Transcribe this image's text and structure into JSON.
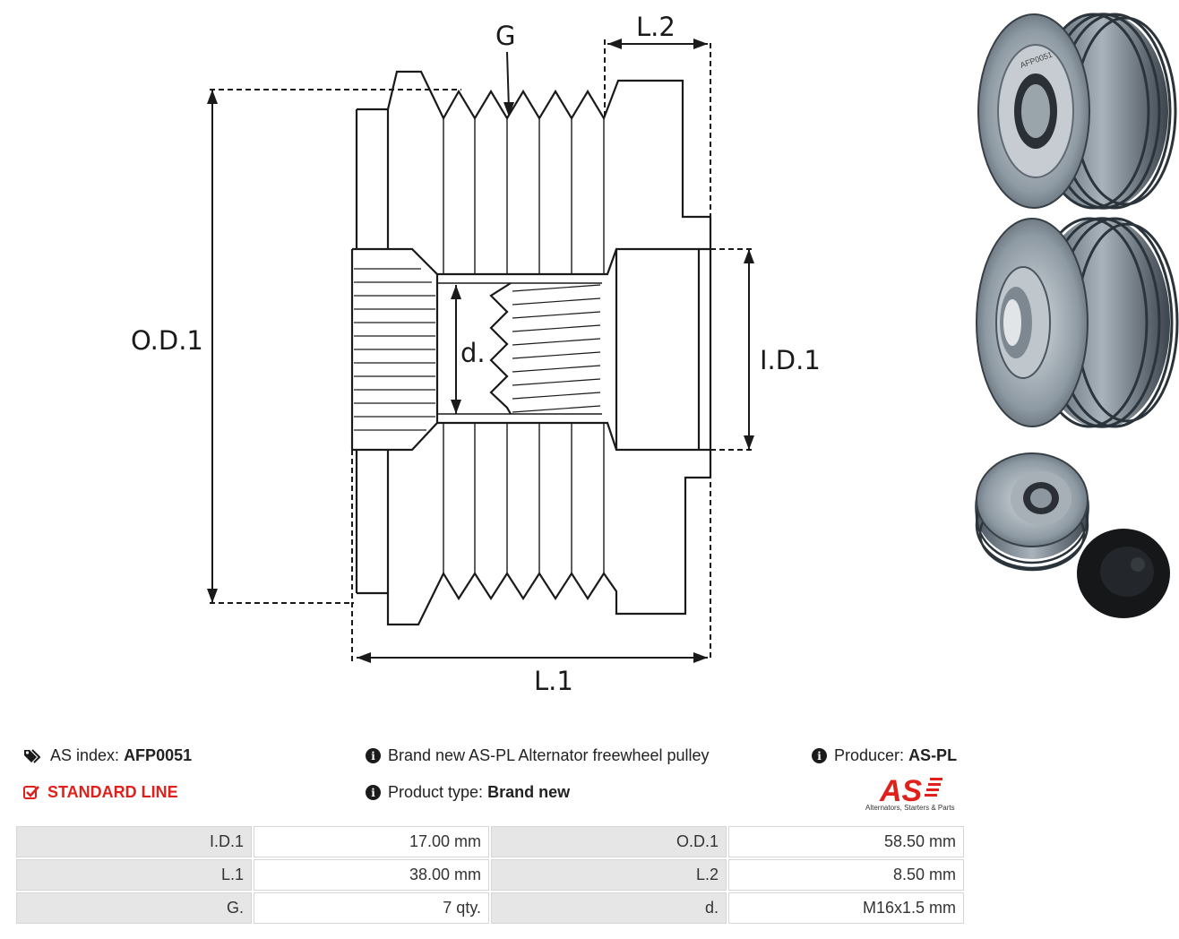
{
  "drawing": {
    "labels": {
      "g": "G",
      "l2": "L.2",
      "od1": "O.D.1",
      "id1": "I.D.1",
      "d": "d.",
      "l1": "L.1"
    }
  },
  "photos": {
    "part_marking": "AFP0051"
  },
  "info": {
    "as_index_label": "AS index:",
    "as_index_value": "AFP0051",
    "line_label": "STANDARD LINE",
    "description": "Brand new AS-PL Alternator freewheel pulley",
    "product_type_label": "Product type:",
    "product_type_value": "Brand new",
    "producer_label": "Producer:",
    "producer_value": "AS-PL"
  },
  "logo": {
    "mark": "AS",
    "tagline": "Alternators, Starters & Parts",
    "color": "#e0201b"
  },
  "specs": {
    "rows": [
      {
        "l1": "I.D.1",
        "v1": "17.00 mm",
        "l2": "O.D.1",
        "v2": "58.50 mm"
      },
      {
        "l1": "L.1",
        "v1": "38.00 mm",
        "l2": "L.2",
        "v2": "8.50 mm"
      },
      {
        "l1": "G.",
        "v1": "7 qty.",
        "l2": "d.",
        "v2": "M16x1.5 mm"
      }
    ]
  },
  "colors": {
    "accent_red": "#e0201b",
    "label_cell": "#e6e6e6"
  }
}
